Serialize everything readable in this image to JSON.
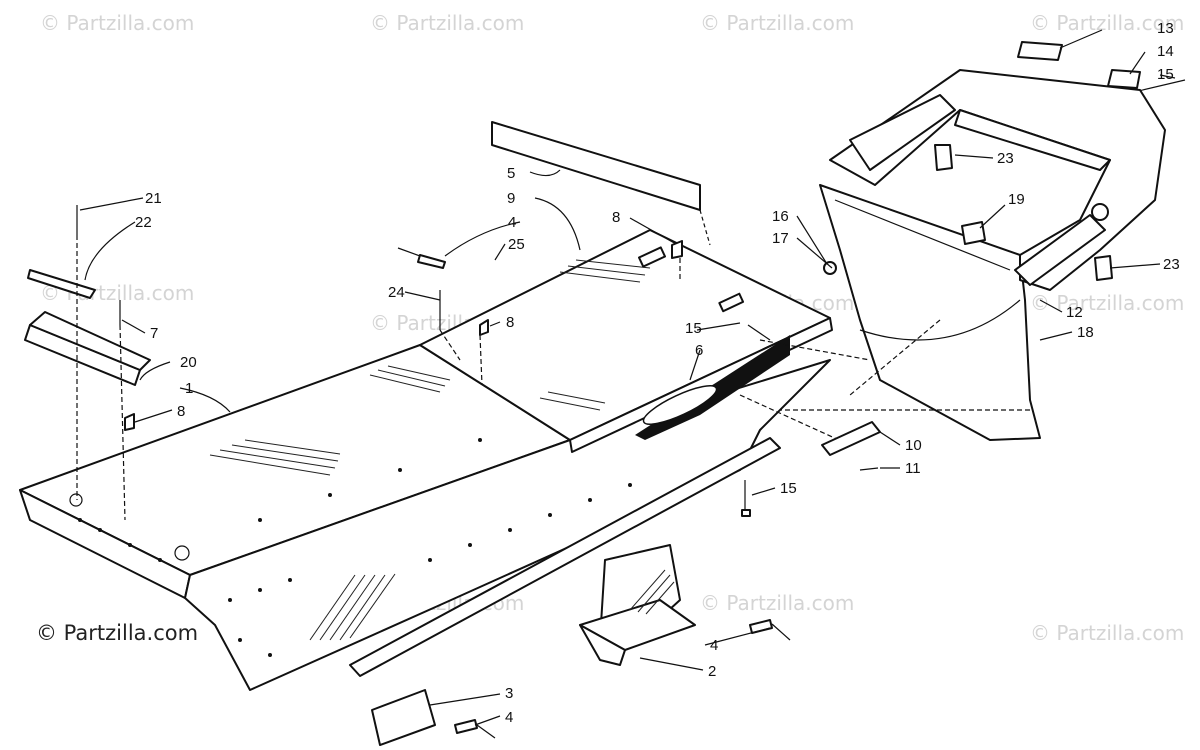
{
  "watermark": {
    "text": "© Partzilla.com",
    "copyright": "© Partzilla.com"
  },
  "callouts": [
    {
      "id": "c1",
      "label": "1"
    },
    {
      "id": "c2",
      "label": "2"
    },
    {
      "id": "c3",
      "label": "3"
    },
    {
      "id": "c4a",
      "label": "4"
    },
    {
      "id": "c4b",
      "label": "4"
    },
    {
      "id": "c4c",
      "label": "4"
    },
    {
      "id": "c5",
      "label": "5"
    },
    {
      "id": "c6",
      "label": "6"
    },
    {
      "id": "c7",
      "label": "7"
    },
    {
      "id": "c8a",
      "label": "8"
    },
    {
      "id": "c8b",
      "label": "8"
    },
    {
      "id": "c8c",
      "label": "8"
    },
    {
      "id": "c9",
      "label": "9"
    },
    {
      "id": "c10",
      "label": "10"
    },
    {
      "id": "c11",
      "label": "11"
    },
    {
      "id": "c12",
      "label": "12"
    },
    {
      "id": "c13",
      "label": "13"
    },
    {
      "id": "c14",
      "label": "14"
    },
    {
      "id": "c15a",
      "label": "15"
    },
    {
      "id": "c15b",
      "label": "15"
    },
    {
      "id": "c15c",
      "label": "15"
    },
    {
      "id": "c16",
      "label": "16"
    },
    {
      "id": "c17",
      "label": "17"
    },
    {
      "id": "c18",
      "label": "18"
    },
    {
      "id": "c19",
      "label": "19"
    },
    {
      "id": "c20",
      "label": "20"
    },
    {
      "id": "c21",
      "label": "21"
    },
    {
      "id": "c22",
      "label": "22"
    },
    {
      "id": "c23a",
      "label": "23"
    },
    {
      "id": "c23b",
      "label": "23"
    },
    {
      "id": "c24",
      "label": "24"
    },
    {
      "id": "c25",
      "label": "25"
    }
  ]
}
